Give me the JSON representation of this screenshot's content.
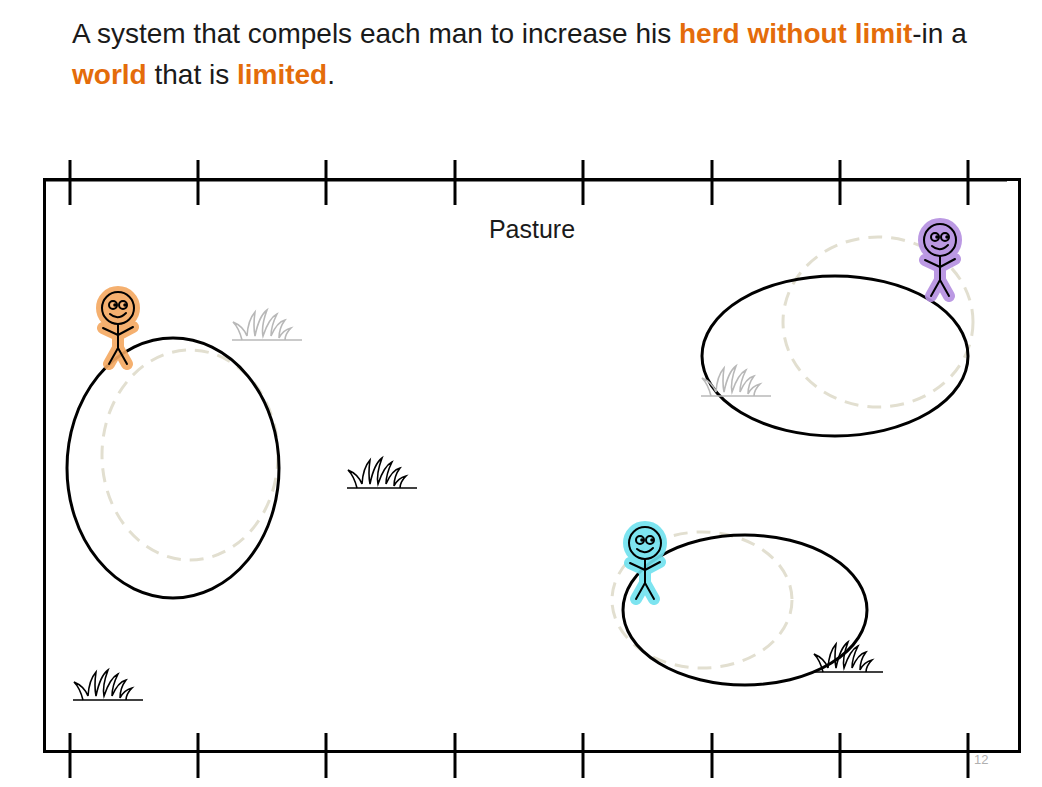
{
  "diagram": {
    "title": "A system that compels each man to increase his herd without limit-in a world that is limited.",
    "nodes": [
      {
        "text": [
          "Pasture"
        ]
      }
    ],
    "labels": [
      "12"
    ]
  }
}
